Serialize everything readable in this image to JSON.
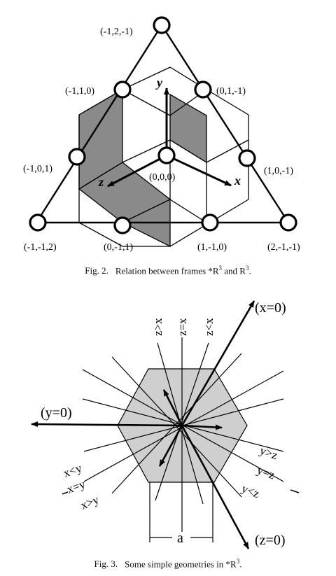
{
  "figure2": {
    "caption_label": "Fig. 2.",
    "caption_text": "Relation between frames *R",
    "caption_mid": " and R",
    "caption_end": ".",
    "exponent": "3",
    "points": {
      "p_top": "(-1,2,-1)",
      "p_m10": "(-1,1,0)",
      "p_01m1": "(0,1,-1)",
      "p_m101": "(-1,0,1)",
      "p_000": "(0,0,0)",
      "p_10m1": "(1,0,-1)",
      "p_bl": "(-1,-1,2)",
      "p_0m11": "(0,-1,1)",
      "p_1m10": "(1,-1,0)",
      "p_br": "(2,-1,-1)"
    },
    "axes": {
      "x": "x",
      "y": "y",
      "z": "z"
    }
  },
  "figure3": {
    "caption_label": "Fig. 3.",
    "caption_text": "Some simple geometries in *R",
    "caption_end": ".",
    "exponent": "3",
    "labels": {
      "x0": "(x=0)",
      "y0": "(y=0)",
      "z0": "(z=0)",
      "z_gt_x": "z>x",
      "z_eq_x": "z=x",
      "z_lt_x": "z<x",
      "x_lt_y": "x<y",
      "x_eq_y": "x=y",
      "x_gt_y": "x>y",
      "y_gt_z": "y>z",
      "y_eq_z": "y=z",
      "y_lt_z": "y<z",
      "a": "a"
    }
  }
}
